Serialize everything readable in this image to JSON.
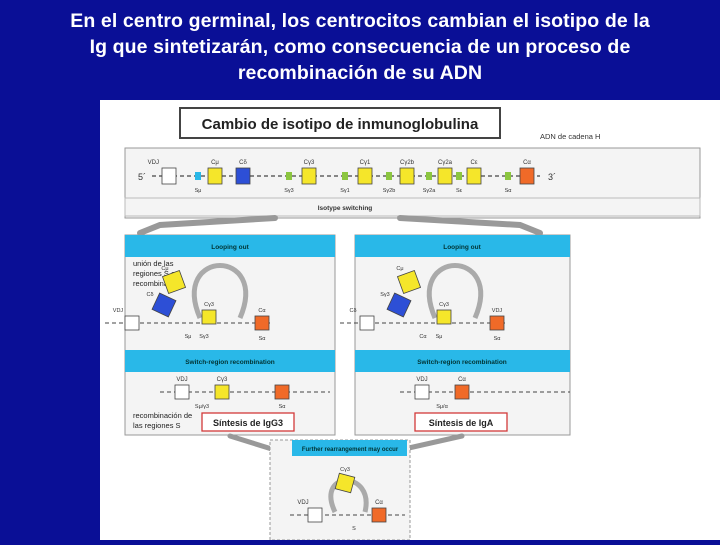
{
  "slide": {
    "title": "En el centro germinal, los centrocitos cambian el isotipo de la\nIg que sintetizarán, como consecuencia de un proceso de\nrecombinación de su ADN"
  },
  "figure": {
    "header": "Cambio de isotipo de inmunoglobulina",
    "chain_label": "ADN de cadena H",
    "five_prime": "5´",
    "three_prime": "3´",
    "top_genes": [
      "VDJ",
      "Cμ",
      "Cδ",
      "Cγ3",
      "Cγ1",
      "Cγ2b",
      "Cγ2a",
      "Cε",
      "Cα"
    ],
    "top_switch": [
      "Sμ",
      "Sγ3",
      "Sγ1",
      "Sγ2b",
      "Sγ2a",
      "Sε",
      "Sα"
    ],
    "isotype_switching": "Isotype switching",
    "left": {
      "looping": "Looping out",
      "note": "unión de las\nregiones S a\nrecombinar",
      "loop_labels": [
        "Cμ",
        "Cδ",
        "VDJ",
        "Cγ3",
        "Cα",
        "Sμ",
        "Sγ3",
        "Sα"
      ],
      "recomb": "Switch-region recombination",
      "after_labels": [
        "VDJ",
        "Cγ3",
        "Sμ/γ3",
        "Sα"
      ],
      "note2": "recombinación de\nlas regiones S",
      "result": "Síntesis de IgG3"
    },
    "right": {
      "looping": "Looping out",
      "loop_labels": [
        "Cμ",
        "Sγ3",
        "Cδ",
        "Cγ3",
        "VDJ",
        "Cα",
        "Sμ",
        "Sα"
      ],
      "recomb": "Switch-region recombination",
      "after_labels": [
        "VDJ",
        "Cα",
        "Sμ/α"
      ],
      "result": "Síntesis de IgA"
    },
    "further": {
      "label": "Further rearrangement may occur",
      "labels": [
        "Cγ3",
        "VDJ",
        "Cα",
        "S"
      ]
    }
  },
  "colors": {
    "background": "#0a0f96",
    "panel_header": "#29b8e8",
    "c_mu": "#f5e62a",
    "c_delta": "#2d4fd6",
    "c_gamma": "#f5e62a",
    "c_epsilon": "#f5e62a",
    "c_alpha": "#f06a28",
    "result_border": "#d33a3a"
  }
}
